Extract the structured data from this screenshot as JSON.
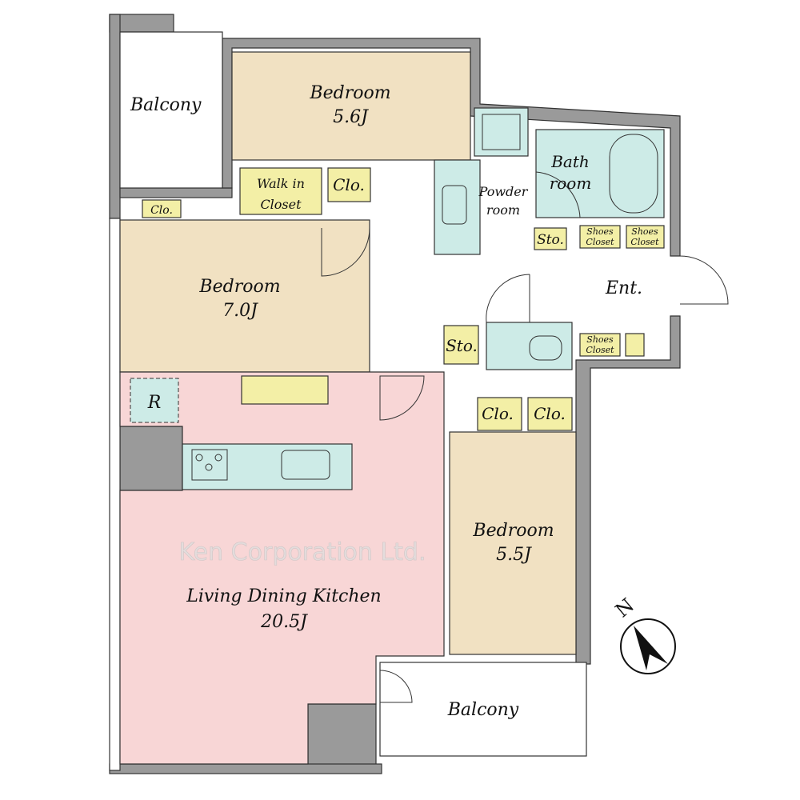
{
  "rooms": {
    "balcony_top": "Balcony",
    "bedroom1": {
      "name": "Bedroom",
      "size": "5.6J"
    },
    "walk_in_closet": {
      "line1": "Walk in",
      "line2": "Closet"
    },
    "clo_top": "Clo.",
    "clo_small": "Clo.",
    "bedroom2": {
      "name": "Bedroom",
      "size": "7.0J"
    },
    "bath": {
      "line1": "Bath",
      "line2": "room"
    },
    "powder": {
      "line1": "Powder",
      "line2": "room"
    },
    "sto_bath": "Sto.",
    "shoes1": {
      "line1": "Shoes",
      "line2": "Closet"
    },
    "shoes2": {
      "line1": "Shoes",
      "line2": "Closet"
    },
    "shoes3": {
      "line1": "Shoes",
      "line2": "Closet"
    },
    "entrance": "Ent.",
    "sto_hall": "Sto.",
    "refrigerator": "R",
    "clo_b3_1": "Clo.",
    "clo_b3_2": "Clo.",
    "bedroom3": {
      "name": "Bedroom",
      "size": "5.5J"
    },
    "ldk": {
      "name": "Living Dining Kitchen",
      "size": "20.5J"
    },
    "balcony_bottom": "Balcony"
  },
  "compass": "N",
  "watermark": "Ken Corporation Ltd.",
  "colors": {
    "bedroom": "#f1e1c2",
    "ldk": "#f8d6d6",
    "wet": "#cdebe7",
    "closet": "#f3efa6",
    "wall": "#9a9a9a"
  }
}
